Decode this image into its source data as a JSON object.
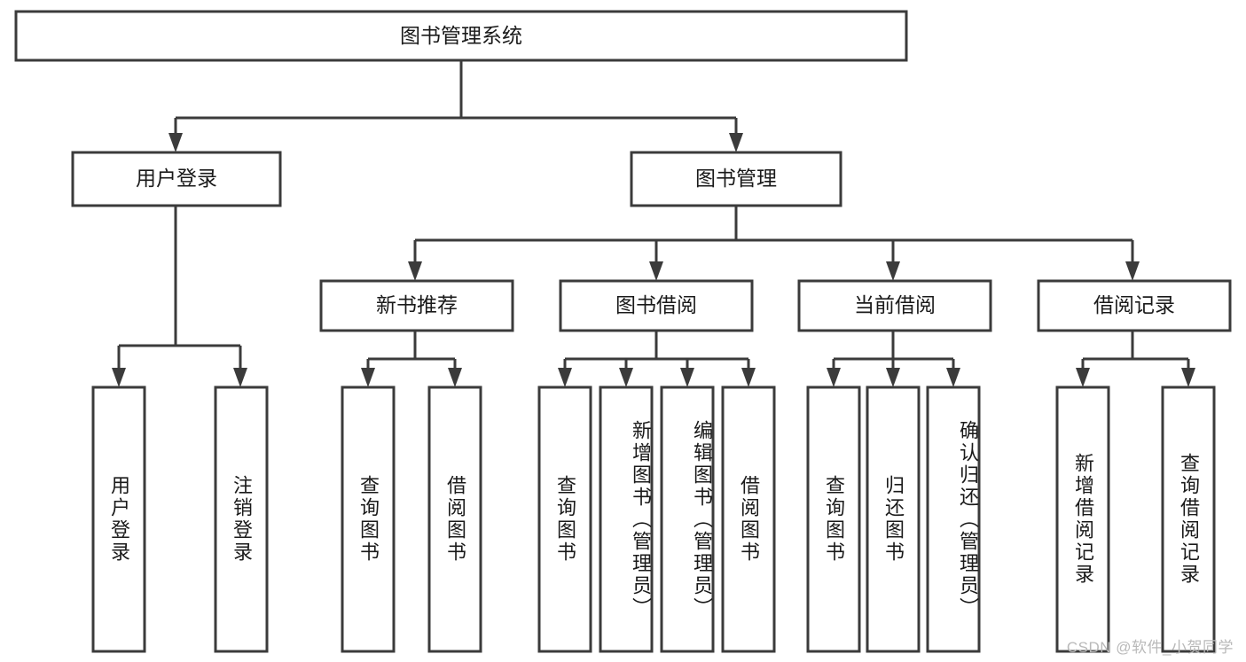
{
  "diagram": {
    "type": "tree-hierarchy",
    "title": "图书管理系统",
    "watermark": "CSDN @软件_小贺同学",
    "colors": {
      "stroke": "#3b3b3b",
      "fill": "#ffffff",
      "text": "#1a1a1a",
      "watermark": "#b9b9b9"
    },
    "root": {
      "label": "图书管理系统"
    },
    "level2": [
      {
        "label": "用户登录"
      },
      {
        "label": "图书管理"
      }
    ],
    "level3": [
      {
        "label": "新书推荐"
      },
      {
        "label": "图书借阅"
      },
      {
        "label": "当前借阅"
      },
      {
        "label": "借阅记录"
      }
    ],
    "leaves": {
      "user_login": [
        {
          "label": "用户登录"
        },
        {
          "label": "注销登录"
        }
      ],
      "new_book_recommend": [
        {
          "label": "查询图书"
        },
        {
          "label": "借阅图书"
        }
      ],
      "book_borrow": [
        {
          "label": "查询图书"
        },
        {
          "label": "新增图书（管理员）"
        },
        {
          "label": "编辑图书（管理员）"
        },
        {
          "label": "借阅图书"
        }
      ],
      "current_borrow": [
        {
          "label": "查询图书"
        },
        {
          "label": "归还图书"
        },
        {
          "label": "确认归还（管理员）"
        }
      ],
      "borrow_record": [
        {
          "label": "新增借阅记录"
        },
        {
          "label": "查询借阅记录"
        }
      ]
    }
  }
}
